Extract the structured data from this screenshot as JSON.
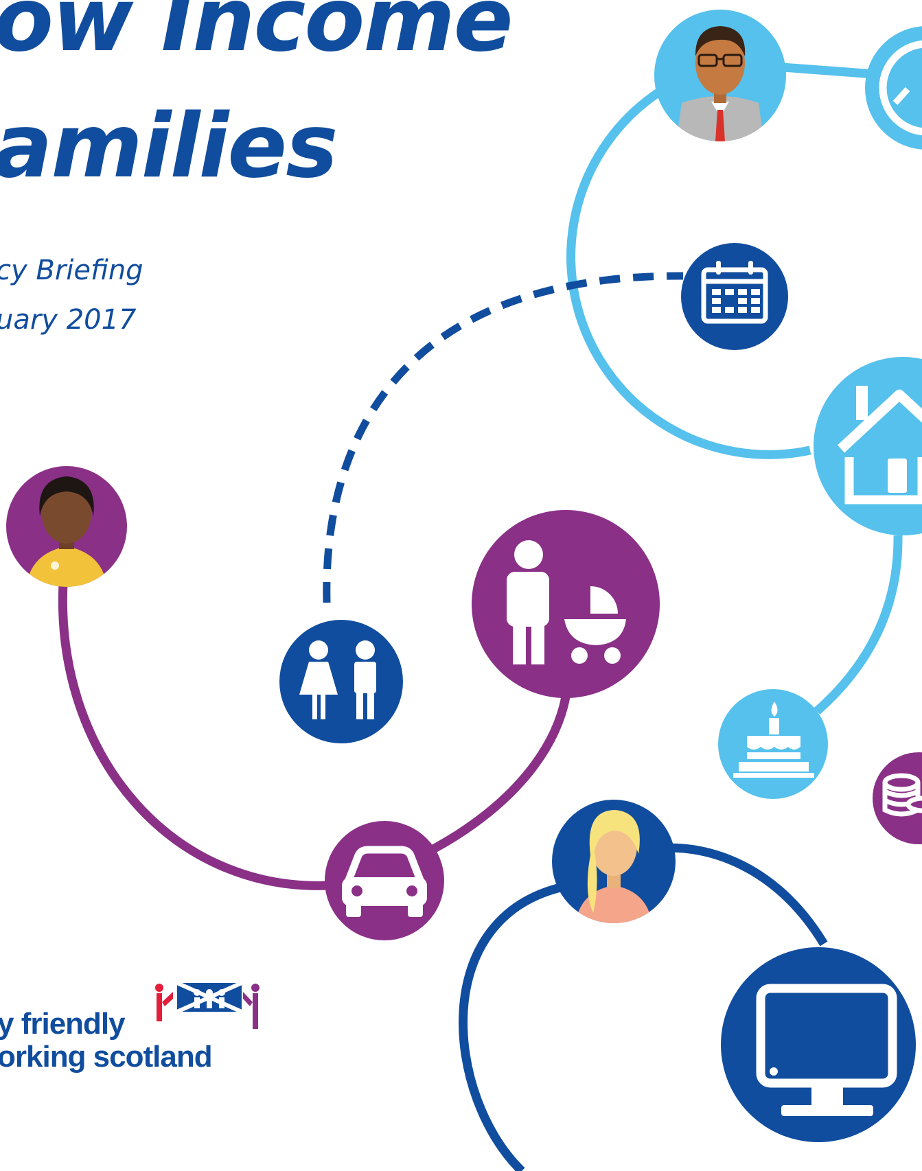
{
  "cover": {
    "title_line1": "ow Income",
    "title_line2": "amilies",
    "subtitle_line1": "cy Briefing",
    "subtitle_line2": "uary 2017"
  },
  "logo": {
    "line1": "y friendly",
    "line2": "orking scotland"
  },
  "colors": {
    "dark_blue": "#114d9e",
    "light_blue": "#55c1ec",
    "purple": "#8a3087",
    "white": "#ffffff"
  },
  "icons": [
    "man-avatar-icon",
    "clock-icon",
    "calendar-icon",
    "house-icon",
    "woman-avatar-icon",
    "children-icon",
    "parent-with-pram-icon",
    "birthday-cake-icon",
    "coins-icon",
    "car-icon",
    "blonde-woman-avatar-icon",
    "computer-monitor-icon",
    "family-logo-icon"
  ]
}
